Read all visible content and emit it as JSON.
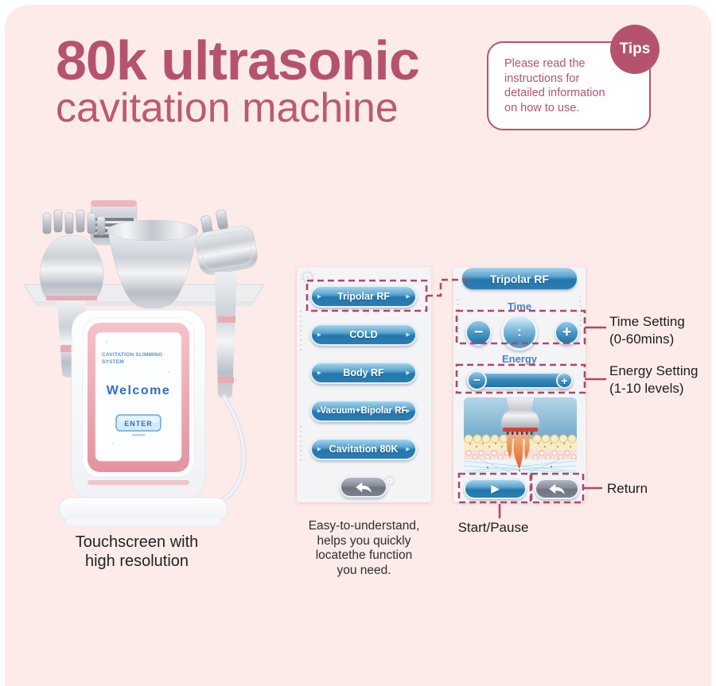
{
  "colors": {
    "page_background": "#ffffff",
    "card_background": "#fcebe9",
    "accent_pink": "#b5536f",
    "dashed_pink": "#b0476a",
    "button_blue_dark": "#1b6aa3",
    "button_blue_light": "#a6d4ea",
    "button_gray": "#7c8190",
    "screen_background": "#f4f4f6",
    "screen_label_blue": "#4585c5",
    "machine_text_blue": "#2f6cc5",
    "annotation_text": "#1c1c1c"
  },
  "header": {
    "title_line1": "80k ultrasonic",
    "title_line2": "cavitation machine"
  },
  "tips": {
    "badge": "Tips",
    "lines": [
      "Please read the",
      "instructions for",
      "detailed information",
      "on how to use."
    ]
  },
  "machine": {
    "screen_line1": "CAVITATION SLIMMING",
    "screen_line2": "SYSTEM",
    "welcome": "Welcome",
    "enter_button": "ENTER",
    "caption_lines": [
      "Touchscreen with",
      "high resolution"
    ]
  },
  "menu_screen": {
    "buttons": [
      "Tripolar RF",
      "COLD",
      "Body RF",
      "Vacuum+Bipolar RF",
      "Cavitation 80K"
    ],
    "caption_lines": [
      "Easy-to-understand,",
      "helps you quickly",
      "locatethe function",
      "you need."
    ]
  },
  "detail_screen": {
    "header": "Tripolar RF",
    "time_label": "Time",
    "time_display": ":",
    "energy_label": "Energy"
  },
  "icons": {
    "minus": "−",
    "plus": "+",
    "play": "▶",
    "pill_arrow": "▸"
  },
  "annotations": {
    "time_lines": [
      "Time Setting",
      "(0-60mins)"
    ],
    "energy_lines": [
      "Energy Setting",
      "(1-10 levels)"
    ],
    "return_label": "Return",
    "start_pause_label": "Start/Pause"
  }
}
